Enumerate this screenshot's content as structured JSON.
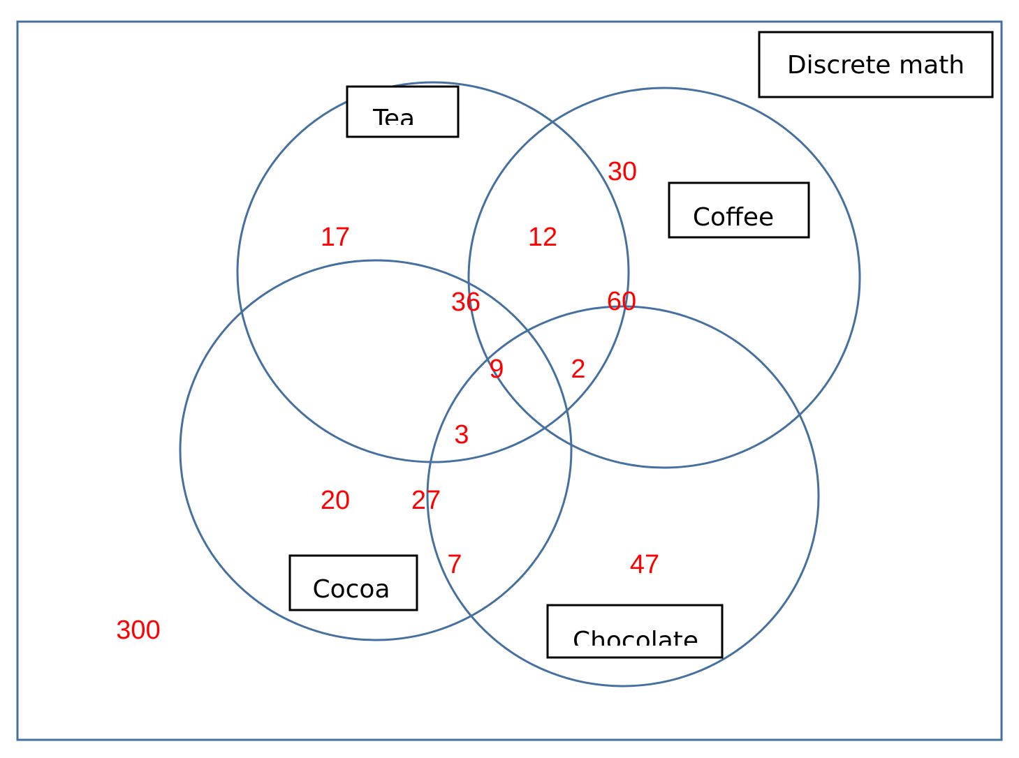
{
  "title": "Discrete math",
  "sets": {
    "tea": "Tea",
    "coffee": "Coffee",
    "cocoa": "Cocoa",
    "chocolate": "Chocolate"
  },
  "region_values": {
    "tea_only": "17",
    "coffee_only": "30",
    "tea_coffee": "12",
    "tea_cocoa": "36",
    "tea_coffee_chocolate": "60",
    "tea_coffee_cocoa": "9",
    "coffee_chocolate": "2",
    "all_four": "3",
    "cocoa_only": "20",
    "cocoa_chocolate": "27",
    "cocoa_chocolate_lower": "7",
    "chocolate_only": "47",
    "outside": "300"
  },
  "colors": {
    "circle_stroke": "#4670a0",
    "numbers": "#ff0000"
  }
}
